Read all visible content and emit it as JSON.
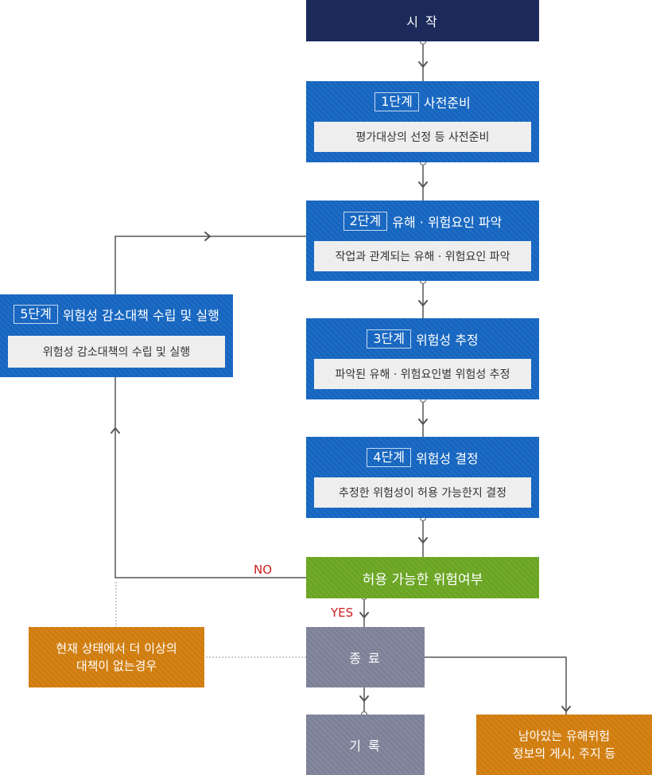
{
  "start": {
    "label": "시 작"
  },
  "steps": [
    {
      "badge": "1단계",
      "title": "사전준비",
      "desc": "평가대상의 선정 등 사전준비"
    },
    {
      "badge": "2단계",
      "title": "유해 · 위험요인 파악",
      "desc": "작업과 관계되는 유해 · 위험요인 파악"
    },
    {
      "badge": "3단계",
      "title": "위험성 추정",
      "desc": "파악된 유해 · 위험요인별 위험성 추정"
    },
    {
      "badge": "4단계",
      "title": "위험성 결정",
      "desc": "추정한 위험성이 허용 가능한지 결정"
    },
    {
      "badge": "5단계",
      "title": "위험성 감소대책 수립 및 실행",
      "desc": "위험성 감소대책의 수립 및 실행"
    }
  ],
  "decision": {
    "label": "허용 가능한 위험여부",
    "no_label": "NO",
    "yes_label": "YES"
  },
  "end": {
    "label": "종 료"
  },
  "record": {
    "label": "기 록"
  },
  "no_measure_note": {
    "line1": "현재 상태에서 더 이상의",
    "line2": "대책이 없는경우"
  },
  "residual_note": {
    "line1": "남아있는 유해위험",
    "line2": "정보의 게시, 주지 등"
  },
  "colors": {
    "start": "#1b2a5a",
    "step": "#1565c0",
    "decision": "#6aa522",
    "terminal": "#7d8198",
    "note": "#d07c0c",
    "label_red": "#cc1f1f"
  }
}
